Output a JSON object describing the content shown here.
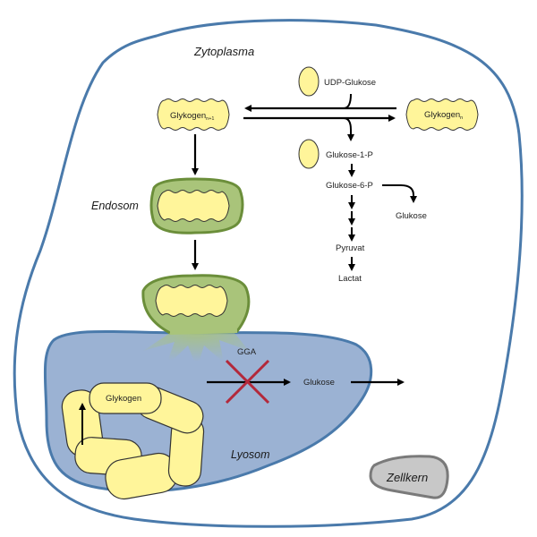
{
  "diagram": {
    "type": "cell-pathway",
    "compartments": {
      "cytoplasm": "Zytoplasma",
      "endosome": "Endosom",
      "lysosome": "Lyosom",
      "nucleus": "Zellkern"
    },
    "nodes": {
      "glycogen_n1": {
        "base": "Glykogen",
        "subscript": "n+1"
      },
      "glycogen_n": {
        "base": "Glykogen",
        "subscript": "n"
      },
      "udp_glucose": "UDP-Glukose",
      "glucose_1p": "Glukose-1-P",
      "glucose_6p": "Glukose-6-P",
      "glucose_cyto": "Glukose",
      "pyruvate": "Pyruvat",
      "lactate": "Lactat",
      "gga": "GGA",
      "glucose_lyso": "Glukose",
      "glycogen_lyso": "Glykogen"
    },
    "colors": {
      "membrane": "#4a7aab",
      "lysosome_fill": "#9bb2d3",
      "glycogen_fill": "#fff59a",
      "endosome_fill": "#a9c47a",
      "endosome_stroke": "#6b8e3a",
      "nucleus_fill": "#c8c8c8",
      "nucleus_stroke": "#7a7a7a",
      "block_cross": "#b3283a",
      "arrow": "#000000"
    },
    "annotations": {
      "blocked_step": "GGA"
    }
  }
}
